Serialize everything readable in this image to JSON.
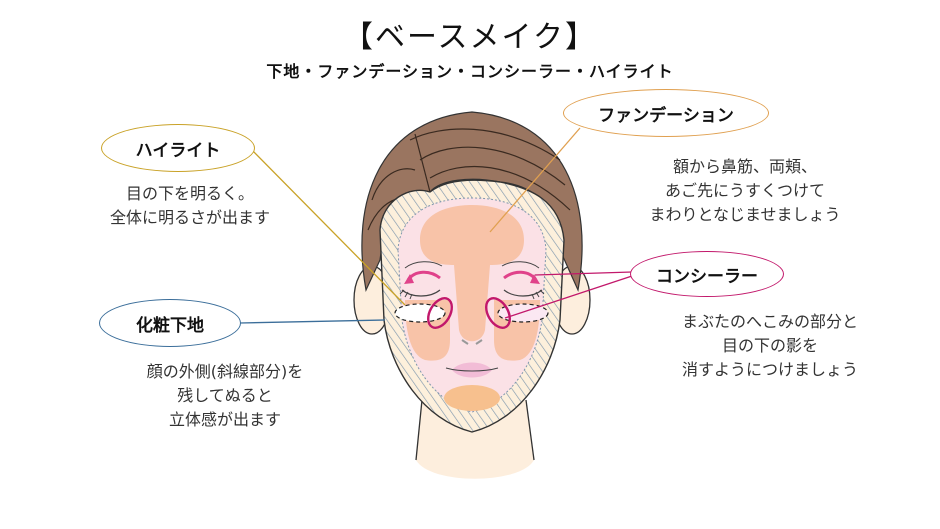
{
  "title": "【ベースメイク】",
  "subtitle": "下地・ファンデーション・コンシーラー・ハイライト",
  "sections": {
    "highlight": {
      "label": "ハイライト",
      "color": "#c9a227",
      "description": "目の下を明るく。\n全体に明るさが出ます"
    },
    "foundation": {
      "label": "ファンデーション",
      "color": "#e0a050",
      "description": "額から鼻筋、両頬、\nあご先にうすくつけて\nまわりとなじませましょう"
    },
    "primer": {
      "label": "化粧下地",
      "color": "#3b6e9a",
      "description": "顔の外側(斜線部分)を\n残してぬると\n立体感が出ます"
    },
    "concealer": {
      "label": "コンシーラー",
      "color": "#c2186b",
      "description": "まぶたのへこみの部分と\n目の下の影を\n消すようにつけましょう"
    }
  },
  "colors": {
    "hair": "#9a7560",
    "skin": "#fdeedd",
    "face_pink": "#fbe1e6",
    "foundation_area": "#f8c3a8",
    "chin": "#f7c08e",
    "lips": "#f2bcd6"
  }
}
